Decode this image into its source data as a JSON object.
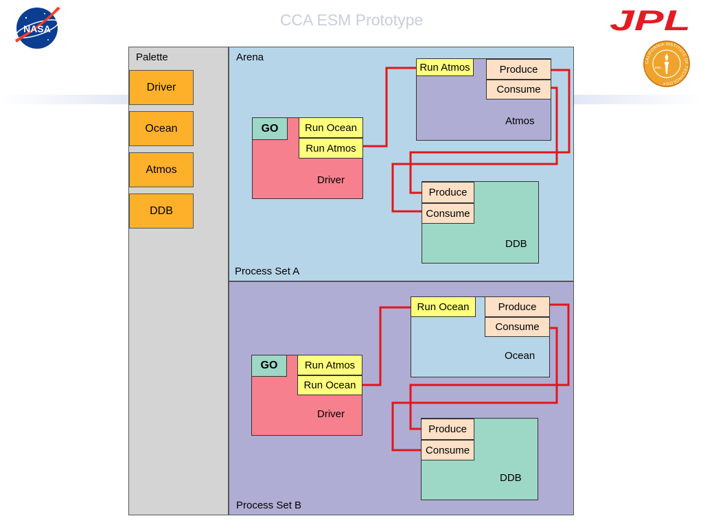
{
  "header": {
    "title": "CCA ESM Prototype",
    "nasa_logo_text": "NASA",
    "jpl_logo_text": "JPL",
    "caltech_seal_text": "CALIFORNIA INSTITUTE OF TECHNOLOGY",
    "caltech_seal_year": "1891"
  },
  "palette": {
    "title": "Palette",
    "items": [
      "Driver",
      "Ocean",
      "Atmos",
      "DDB"
    ]
  },
  "arena": {
    "title": "Arena",
    "process_set_a": {
      "label": "Process Set A",
      "driver": {
        "go": "GO",
        "ports": [
          "Run Ocean",
          "Run Atmos"
        ],
        "label": "Driver"
      },
      "atmos": {
        "run_port": "Run Atmos",
        "produce": "Produce",
        "consume": "Consume",
        "label": "Atmos"
      },
      "ddb": {
        "produce": "Produce",
        "consume": "Consume",
        "label": "DDB"
      }
    },
    "process_set_b": {
      "label": "Process Set B",
      "driver": {
        "go": "GO",
        "ports": [
          "Run Atmos",
          "Run Ocean"
        ],
        "label": "Driver"
      },
      "ocean": {
        "run_port": "Run Ocean",
        "produce": "Produce",
        "consume": "Consume",
        "label": "Ocean"
      },
      "ddb": {
        "produce": "Produce",
        "consume": "Consume",
        "label": "DDB"
      }
    }
  },
  "colors": {
    "palette_item": "#fdb12a",
    "driver": "#f6808e",
    "ddb": "#9dd8c6",
    "atmos": "#b0add4",
    "ocean": "#b7d5e8",
    "run_port": "#ffff7e",
    "produce_consume_port": "#fde0c6",
    "connection_wire": "#e0161c"
  }
}
